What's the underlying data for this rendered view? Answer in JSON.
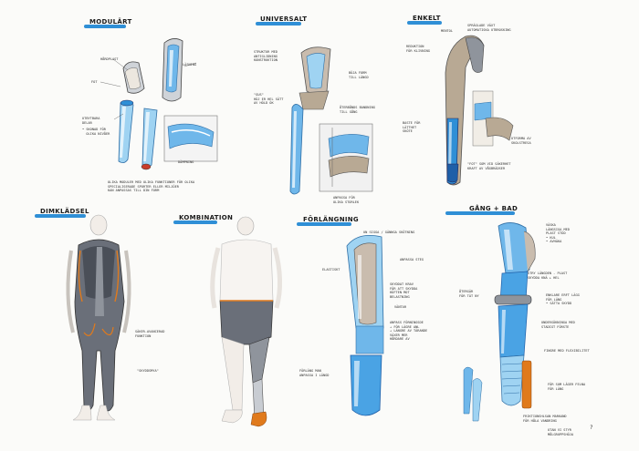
{
  "titles": {
    "modular": "MODULÄRT",
    "universal": "UNIVERSALT",
    "simple": "ENKELT",
    "swimsuit": "DIMKLÄDSEL",
    "combination": "KOMBINATION",
    "extension": "FÖRLÄNGNING",
    "walk_bath": "GÅNG + BAD"
  },
  "notes": {
    "m1": "HÅRDPLAST",
    "m2": "LÄSNING",
    "m3": "FOT",
    "m4": "UTBYTBARA\nDELAR",
    "m5": "• SKONAD FÖR\n  OLIKA NIVÅER",
    "m6": "DÄMPNING",
    "m7": "OLIKA MODULER MED OLIKA FUNKTIONER FÖR OLIKA\nSPECIALISERADE SPORTER ELLER MILJÖER\nKAN ANPASSAS TILL DIN FORM",
    "u1": "STRUKTUR MED\nANTIGLIDNING\nKONSTRUKTION",
    "u2": "BÖJA FORM\nTILL LÄNGD",
    "u3": "\"GUS\"\nHÖJ ER HEL SÄTT\nAV HÖLD ÖK",
    "u4": "ÅTERBÅNDS BANDNING\nTILL GÅNG",
    "u5": "ANPASSA FÖR\nOLIKA STORLEK",
    "e1": "MENTOL",
    "e2": "SPRÄGLADE VÄXT\nAUTOMATISKA UTBROSKING",
    "e3": "REDUKTION\nFÖR KLIVNING",
    "e4": "BASTE FÖR\nLÄTTHET\nSKÖTE",
    "e5": "UTFORMA AV\nSKOLSTRESA",
    "e6": "\"FOT\" SOM VID SÄKERHET\nKRAFT AV VÅGBRÄDSER",
    "s1": "SÄKER-AVANCERAD\nFUNKTION",
    "s2": "\"SKYDDSMYA\"",
    "f1": "UN SIGGA / GÄNNGA SKÖTNING",
    "f2": "ELASTISKT",
    "f3": "ANPASSA STEG",
    "f4": "SKYDDAT KRAV\nFÖR ATT SKYDDA\nHÖFTEN MOT\nBELASTNING",
    "f5": "VÄNTAR",
    "f6": "ANPASS FÖRNINGSDE\n→ FÖR LÄGRE ANL\n→ LÄNGRE AV TÄRANDE\nVÄXER MER\nHÅRDARE AV",
    "f7": "FÖRLÄNG MAN\nANPASSA I LÄNGD",
    "g1": "VÄSKA\nLÄNGSIGA MED\nPLAST STÖD\n• KUL\n• AVHÄKA",
    "g2": "STRY LÄNGDEN - PLAST\nSKYDDA KNÄ + HEL",
    "g3": "ÅTERGÄR\nFÖR TÄT NY",
    "g4": "ENKLARE ERFT LÄGG\nFÖR LÄNG\n• SÄTTA SKYDD",
    "g5": "UNDERSÖKNINGA MED\nSTADIGT FÖRSTE",
    "g6": "FINGRE MED FLEXIBILITET",
    "g7": "FÖR SOM LÄGER FELNA\nFÖR LÄNG",
    "g8": "FRIKTIONSHLSAN MARKAND\nFÖR HÅLA VANDRING",
    "g9": "UTAN VI STYR\nMÅLGRUPPSHÖJA",
    "g10": "?"
  },
  "colors": {
    "accent_blue": "#2f8fd6",
    "light_blue": "#9fd3f2",
    "grey": "#8f949c",
    "dark_grey": "#4a4f58",
    "orange": "#e07a1c",
    "skin": "#f2ede8"
  }
}
